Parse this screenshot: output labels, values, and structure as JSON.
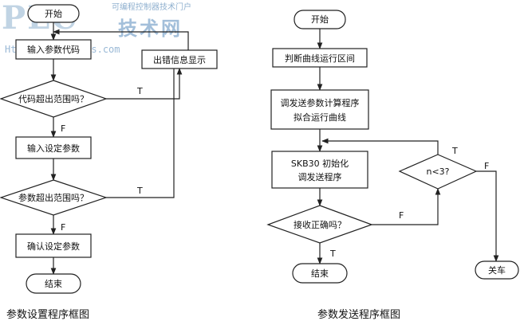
{
  "watermark": {
    "brand": "PLC",
    "brand_cn": "技术网",
    "tagline": "可编程控制器技术门户",
    "url": "Http://www.plcjs.com"
  },
  "left_flow": {
    "caption": "参数设置程序框图",
    "start": "开始",
    "input_code": "输入参数代码",
    "error_display": "出错信息显示",
    "code_check": "代码超出范围吗？",
    "input_param": "输入设定参数",
    "param_check": "参数超出范围吗？",
    "confirm": "确认设定参数",
    "end": "结束",
    "edge_t1": "T",
    "edge_f1": "F",
    "edge_t2": "T",
    "edge_f2": "F"
  },
  "right_flow": {
    "caption": "参数发送程序框图",
    "start": "开始",
    "judge": "判断曲线运行区间",
    "calc_line1": "调发送参数计算程序",
    "calc_line2": "拟合运行曲线",
    "init_line1": "SKB30 初始化",
    "init_line2": "调发送程序",
    "n_check": "n<3?",
    "recv_check": "接收正确吗？",
    "end": "结束",
    "shutdown": "关车",
    "edge_t_n": "T",
    "edge_f_n": "F",
    "edge_f_recv": "F",
    "edge_t_recv": "T"
  }
}
